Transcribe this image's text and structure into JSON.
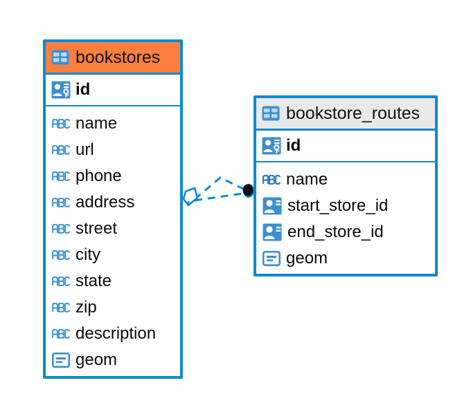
{
  "diagram": {
    "title": "bookstores / bookstore_routes entity relationship diagram",
    "background_color": "#ffffff",
    "accent_color": "#0d8ad0",
    "selected_header_color": "#fb8040",
    "unselected_header_color": "#e9e9e9",
    "text_color": "#0a0a0a"
  },
  "entities": [
    {
      "name": "bookstores",
      "icon": "table-icon",
      "selected": true,
      "primary_key": {
        "label": "id",
        "icon": "primary-key-icon"
      },
      "fields": [
        {
          "label": "name",
          "icon": "text-abc-icon"
        },
        {
          "label": "url",
          "icon": "text-abc-icon"
        },
        {
          "label": "phone",
          "icon": "text-abc-icon"
        },
        {
          "label": "address",
          "icon": "text-abc-icon"
        },
        {
          "label": "street",
          "icon": "text-abc-icon"
        },
        {
          "label": "city",
          "icon": "text-abc-icon"
        },
        {
          "label": "state",
          "icon": "text-abc-icon"
        },
        {
          "label": "zip",
          "icon": "text-abc-icon"
        },
        {
          "label": "description",
          "icon": "text-abc-icon"
        },
        {
          "label": "geom",
          "icon": "geometry-icon"
        }
      ]
    },
    {
      "name": "bookstore_routes",
      "icon": "table-icon",
      "selected": false,
      "primary_key": {
        "label": "id",
        "icon": "primary-key-icon"
      },
      "fields": [
        {
          "label": "name",
          "icon": "text-abc-icon"
        },
        {
          "label": "start_store_id",
          "icon": "foreign-key-icon"
        },
        {
          "label": "end_store_id",
          "icon": "foreign-key-icon"
        },
        {
          "label": "geom",
          "icon": "geometry-icon"
        }
      ]
    }
  ],
  "relationship": {
    "style": "dashed",
    "color": "#0d8ad0",
    "source_marker": "diamond-cube-marker",
    "target_marker": "filled-circle-marker",
    "target_marker_color": "#101018"
  }
}
